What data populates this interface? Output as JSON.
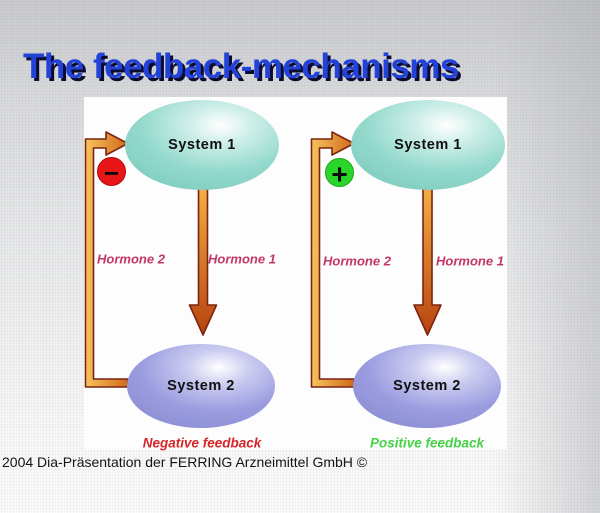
{
  "title": "The feedback-mechanisms",
  "footer": "2004 Dia-Präsentation der FERRING Arzneimittel GmbH ©",
  "diagrams": [
    {
      "id": "negative-feedback-loop",
      "system1": "System 1",
      "system2": "System 2",
      "hormone_down": "Hormone 1",
      "hormone_back": "Hormone 2",
      "sign": "−",
      "sign_meaning": "inhibition",
      "caption": "Negative feedback"
    },
    {
      "id": "positive-feedback-loop",
      "system1": "System 1",
      "system2": "System 2",
      "hormone_down": "Hormone 1",
      "hormone_back": "Hormone 2",
      "sign": "+",
      "sign_meaning": "stimulation",
      "caption": "Positive feedback"
    }
  ],
  "colors": {
    "title_blue": "#2343d8",
    "title_shadow": "#0c0c30",
    "system1_fill": "#8ed5c9",
    "system2_fill": "#9b9ce0",
    "arrow_orange_light": "#f6bf55",
    "arrow_orange_dark": "#b5430e",
    "arrow_outline": "#7d2310",
    "negative_sign_red": "#e81616",
    "positive_sign_green": "#2bd52b",
    "hormone_text": "#c23766",
    "negative_caption": "#d7252a",
    "positive_caption": "#44d146",
    "panel_white": "#fdfdfd",
    "background_gray": "#c9cacd"
  }
}
